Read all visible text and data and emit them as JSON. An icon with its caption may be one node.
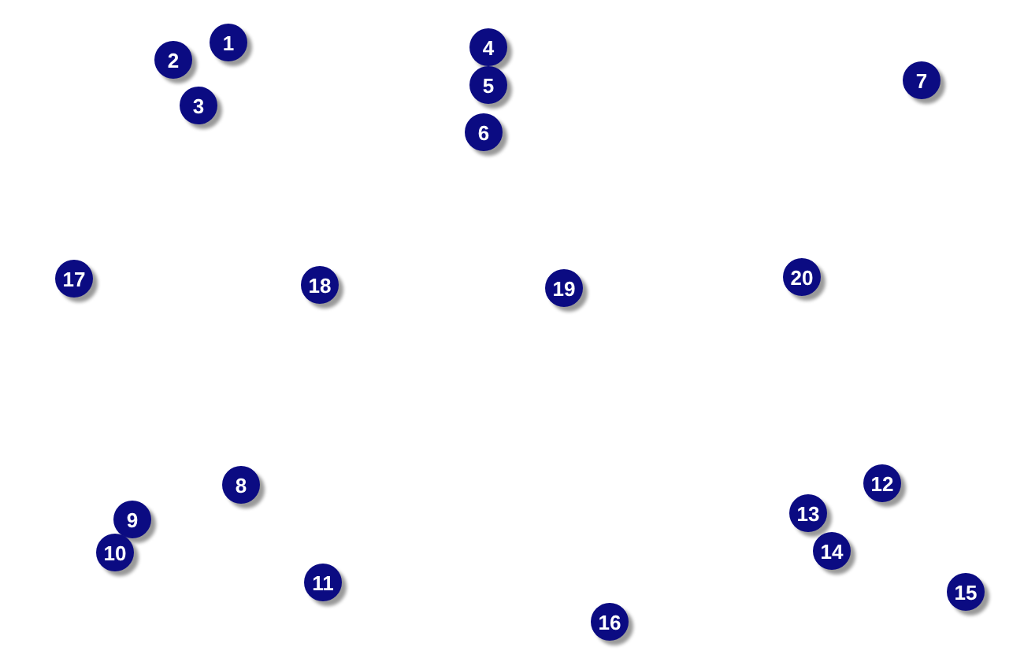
{
  "diagram": {
    "nodes": [
      {
        "text": [
          "1"
        ]
      },
      {
        "text": [
          "2"
        ]
      },
      {
        "text": [
          "3"
        ]
      },
      {
        "text": [
          "4"
        ]
      },
      {
        "text": [
          "5"
        ]
      },
      {
        "text": [
          "6"
        ]
      },
      {
        "text": [
          "7"
        ]
      },
      {
        "text": [
          "8"
        ]
      },
      {
        "text": [
          "9"
        ]
      },
      {
        "text": [
          "10"
        ]
      },
      {
        "text": [
          "11"
        ]
      },
      {
        "text": [
          "12"
        ]
      },
      {
        "text": [
          "13"
        ]
      },
      {
        "text": [
          "14"
        ]
      },
      {
        "text": [
          "15"
        ]
      },
      {
        "text": [
          "16"
        ]
      },
      {
        "text": [
          "17"
        ]
      },
      {
        "text": [
          "18"
        ]
      },
      {
        "text": [
          "19"
        ]
      },
      {
        "text": [
          "20"
        ]
      }
    ]
  }
}
